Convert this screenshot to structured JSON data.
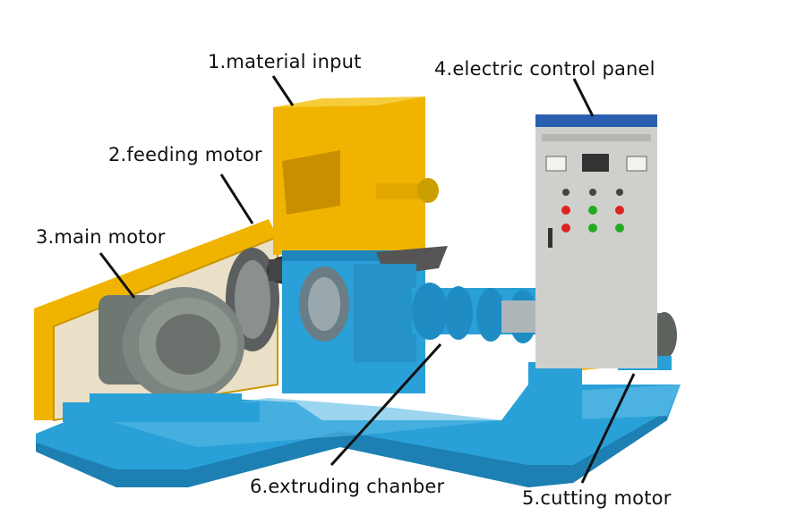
{
  "labels": {
    "material_input": "1.material input",
    "feeding_motor": "2.feeding motor",
    "main_motor": "3.main motor",
    "control_panel": "4.electric control panel",
    "cutting_motor": "5.cutting motor",
    "extruding_chamber": "6.extruding chanber"
  },
  "colors": {
    "frame_blue": "#2aa0d8",
    "hopper_yellow": "#f0b400",
    "motor_gray": "#7d8580",
    "panel_gray": "#cfd0cc",
    "panel_top_blue": "#2a5fb0"
  }
}
